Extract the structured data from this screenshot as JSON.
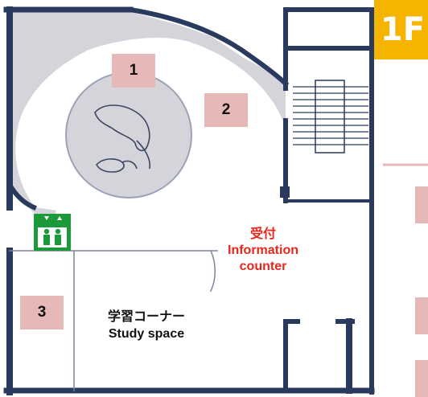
{
  "floor": {
    "label": "1F"
  },
  "spots": [
    {
      "number": "1"
    },
    {
      "number": "2"
    },
    {
      "number": "3"
    }
  ],
  "information_counter": {
    "label_ja": "受付",
    "label_en_line1": "Information",
    "label_en_line2": "counter"
  },
  "study_space": {
    "label_ja": "学習コーナー",
    "label_en": "Study space"
  },
  "elevator": {
    "icon": "elevator-icon"
  },
  "colors": {
    "wall": "#2a3a5e",
    "exhibit_area": "#d5d4db",
    "label_bg": "#e6b8b8",
    "accent_red": "#e8261c",
    "floor_badge": "#f5b400",
    "elevator_green": "#1c9a3a"
  }
}
